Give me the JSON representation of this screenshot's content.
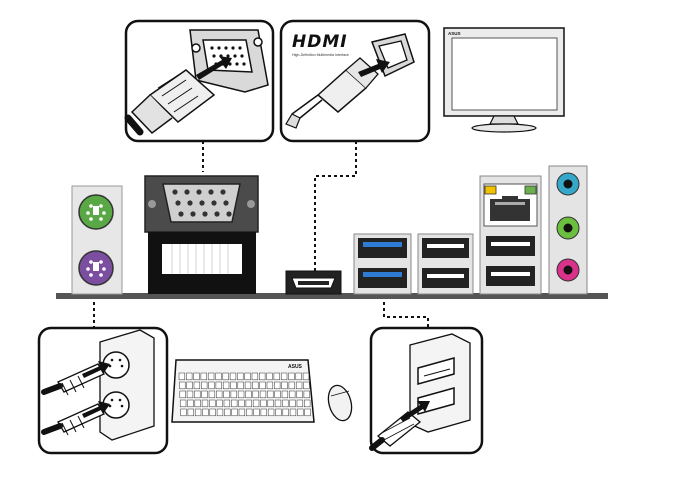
{
  "hdmi_logo": {
    "wordmark": "HDMI",
    "tagline": "High-Definition Multimedia Interface"
  },
  "monitor": {
    "brand": "ASUS"
  },
  "keyboard": {
    "brand": "ASUS"
  },
  "colors": {
    "ps2_mouse": "#5aa845",
    "ps2_keyboard": "#7b4ea0",
    "usb3_blue": "#2e7bd6",
    "audio_line_in": "#35a7c9",
    "audio_line_out": "#6cbf3e",
    "audio_mic": "#d9328a",
    "lan_led_left": "#f2c200",
    "lan_led_right": "#6ab04c",
    "panel_bar": "#555555",
    "callout_border": "#111111"
  },
  "icons": [
    "vga-connector-icon",
    "hdmi-connector-icon",
    "ps2-connector-icon",
    "usb-connector-icon",
    "monitor-icon",
    "keyboard-icon",
    "mouse-icon",
    "rj45-lan-icon",
    "audio-jack-icon"
  ]
}
